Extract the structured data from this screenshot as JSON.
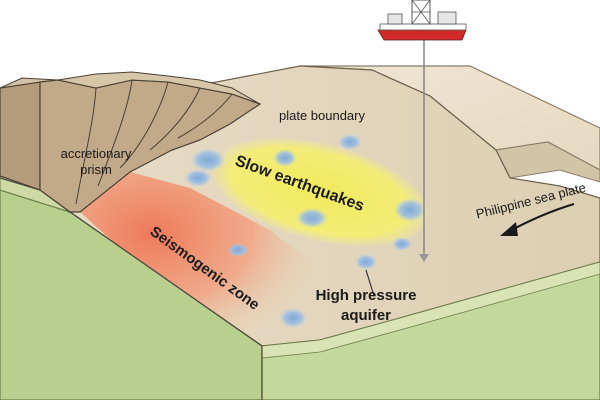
{
  "diagram": {
    "labels": {
      "accretionary_prism": [
        "accretionary",
        "prism"
      ],
      "plate_boundary": "plate boundary",
      "slow_earthquakes": "Slow earthquakes",
      "seismogenic_zone": "Seismogenic zone",
      "high_pressure_aquifer": [
        "High pressure",
        "aquifer"
      ],
      "philippine_sea_plate": "Philippine sea plate"
    },
    "colors": {
      "sea_surface": "#ece3cf",
      "prism_brown": "#c2a98a",
      "plate_green": "#b9cf8e",
      "seismogenic_red": "#ee8a6a",
      "slow_quake_yellow": "#f3ec6a",
      "aquifer_blue": "#8fb6e0",
      "ship_red": "#d22a2a"
    },
    "icons": {
      "ship": "drilling-ship-icon",
      "arrow": "plate-motion-arrow-icon"
    }
  }
}
